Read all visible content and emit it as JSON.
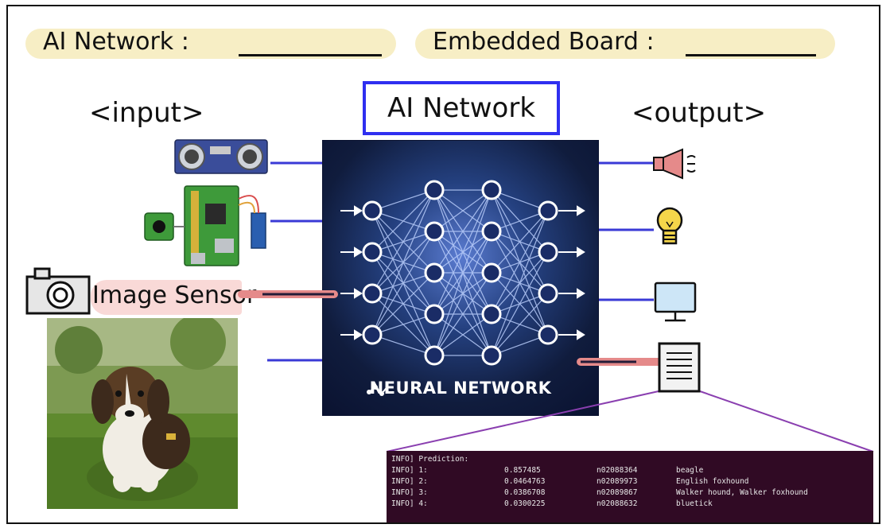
{
  "header": {
    "ai_network_label": "AI Network :",
    "embedded_board_label": "Embedded Board :"
  },
  "sections": {
    "input": "<input>",
    "output": "<output>",
    "ai_network_title": "AI Network"
  },
  "image_sensor_label": "Image Sensor",
  "neural_network_label": "NEURAL NETWORK",
  "terminal": {
    "header": "INFO] Prediction:",
    "rows": [
      {
        "tag": "INFO] 1:",
        "prob": "0.857485",
        "id": "n02088364",
        "label": "beagle"
      },
      {
        "tag": "INFO] 2:",
        "prob": "0.0464763",
        "id": "n02089973",
        "label": "English foxhound"
      },
      {
        "tag": "INFO] 3:",
        "prob": "0.0386708",
        "id": "n02089867",
        "label": "Walker hound, Walker foxhound"
      },
      {
        "tag": "INFO] 4:",
        "prob": "0.0300225",
        "id": "n02088632",
        "label": "bluetick"
      }
    ]
  },
  "icons": {
    "inputs": [
      "ultrasonic-sensor-icon",
      "raspberry-pi-board-icon",
      "camera-icon"
    ],
    "outputs": [
      "speaker-icon",
      "light-bulb-icon",
      "monitor-icon",
      "document-icon"
    ]
  },
  "colors": {
    "pill": "#f7eec5",
    "accent_blue": "#2f2ff0",
    "connector_blue": "#3a3ad6",
    "highlight_red": "#e58a8a",
    "terminal_bg": "#300a24",
    "callout_purple": "#8a3fb0"
  }
}
